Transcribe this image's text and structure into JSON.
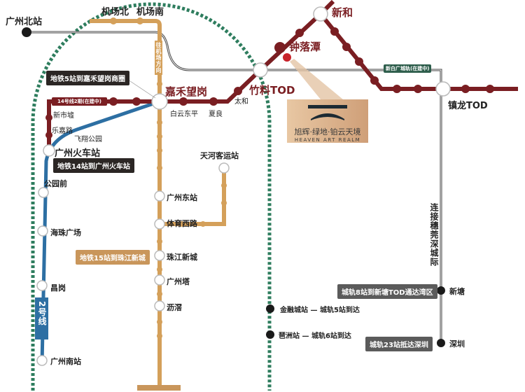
{
  "stations": {
    "guangzhou_north": "广州北站",
    "airport_north": "机场北",
    "airport_south": "机场南",
    "jiahe_wanggang": "嘉禾望岗",
    "baiyun_dongping": "白云东平",
    "xialiang": "夏良",
    "taihe": "太和",
    "zhuliao_tod": "竹料TOD",
    "zhongluotan": "钟落潭",
    "xinhe": "新和",
    "zhenlong_tod": "镇龙TOD",
    "xinshixu": "新市墟",
    "lejia_road": "乐嘉路",
    "feixiang_park": "飞翔公园",
    "guangzhou_railway": "广州火车站",
    "gongyuanqian": "公园前",
    "haizhu_square": "海珠广场",
    "changgang": "昌岗",
    "guangzhou_south": "广州南站",
    "tianhe_bus": "天河客运站",
    "guangzhou_east": "广州东站",
    "tiyu_west": "体育西路",
    "zhujiang_newtown": "珠江新城",
    "canton_tower": "广州塔",
    "lijiao": "沥滘",
    "jinrongcheng": "金融城站 — 城轨5站到达",
    "pazhou": "琶洲站 — 城轨6站到达",
    "xintang": "新塘",
    "shenzhen": "深圳"
  },
  "callouts": {
    "metro5": "地铁5站到嘉禾望岗商圈",
    "metro14": "地铁14站到广州火车站",
    "metro15": "地铁15站到珠江新城",
    "rail8": "城轨8站到新塘TOD通达湾区",
    "rail23": "城轨23站抵达深圳"
  },
  "line_labels": {
    "line14_phase2": "14号线2期(在建中)",
    "to_airport": "往机场方向",
    "xinbai_rail": "新白广城轨(在建中)",
    "line2": "2号线",
    "intercity": "连接穗莞深城际"
  },
  "logo": {
    "cn": "旭辉·绿地·铂云天境",
    "en": "HEAVEN ART REALM"
  },
  "colors": {
    "line14": "#7a1e22",
    "line3": "#d4a05a",
    "line2": "#2d6fa3",
    "ring": "#2e7d5e",
    "rail": "#222222"
  }
}
